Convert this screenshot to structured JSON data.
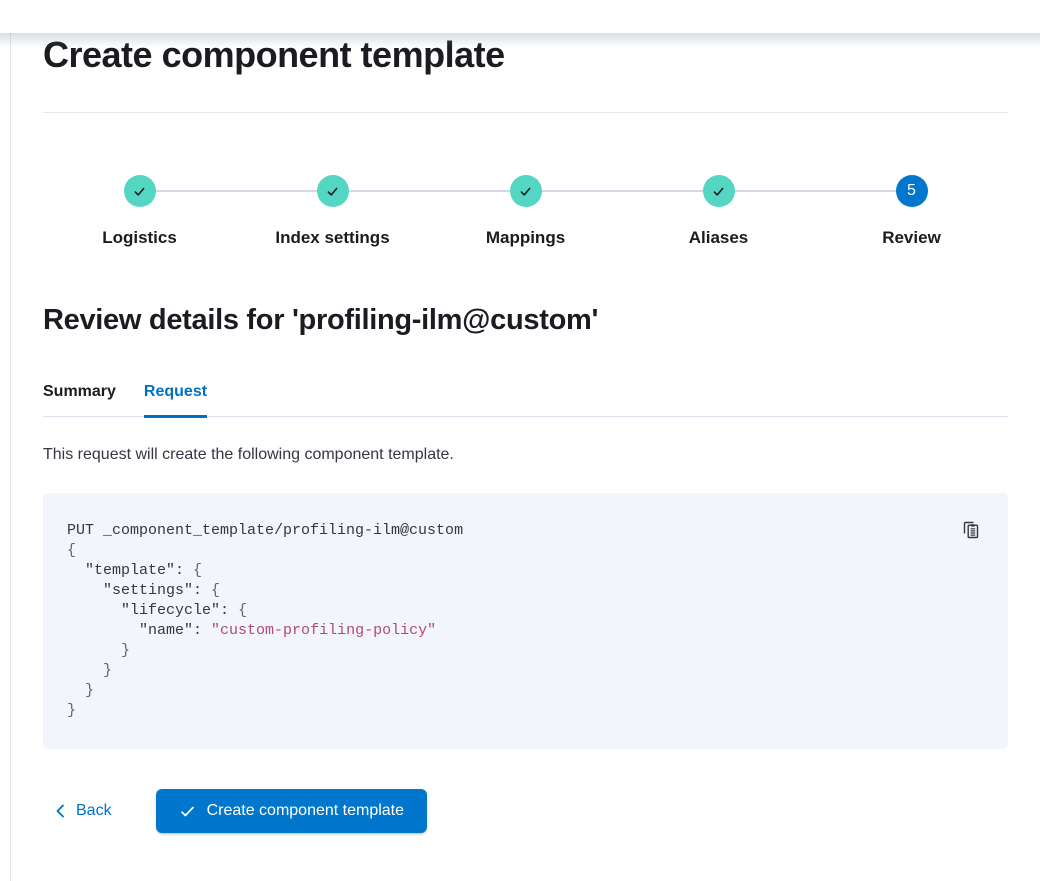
{
  "page": {
    "title": "Create component template"
  },
  "stepper": {
    "steps": [
      {
        "label": "Logistics",
        "status": "complete"
      },
      {
        "label": "Index settings",
        "status": "complete"
      },
      {
        "label": "Mappings",
        "status": "complete"
      },
      {
        "label": "Aliases",
        "status": "complete"
      },
      {
        "label": "Review",
        "status": "current",
        "number": "5"
      }
    ]
  },
  "review": {
    "heading": "Review details for 'profiling-ilm@custom'",
    "tabs": [
      {
        "label": "Summary",
        "active": false
      },
      {
        "label": "Request",
        "active": true
      }
    ],
    "description": "This request will create the following component template."
  },
  "code_block": {
    "copy_icon": "copy-clipboard-icon",
    "lines": [
      [
        {
          "t": "PUT _component_template/profiling-ilm@custom",
          "c": "plain"
        }
      ],
      [
        {
          "t": "{",
          "c": "punc"
        }
      ],
      [
        {
          "t": "  ",
          "c": "plain"
        },
        {
          "t": "\"template\"",
          "c": "key"
        },
        {
          "t": ": ",
          "c": "plain"
        },
        {
          "t": "{",
          "c": "punc"
        }
      ],
      [
        {
          "t": "    ",
          "c": "plain"
        },
        {
          "t": "\"settings\"",
          "c": "key"
        },
        {
          "t": ": ",
          "c": "plain"
        },
        {
          "t": "{",
          "c": "punc"
        }
      ],
      [
        {
          "t": "      ",
          "c": "plain"
        },
        {
          "t": "\"lifecycle\"",
          "c": "key"
        },
        {
          "t": ": ",
          "c": "plain"
        },
        {
          "t": "{",
          "c": "punc"
        }
      ],
      [
        {
          "t": "        ",
          "c": "plain"
        },
        {
          "t": "\"name\"",
          "c": "key"
        },
        {
          "t": ": ",
          "c": "plain"
        },
        {
          "t": "\"custom-profiling-policy\"",
          "c": "str"
        }
      ],
      [
        {
          "t": "      ",
          "c": "plain"
        },
        {
          "t": "}",
          "c": "punc"
        }
      ],
      [
        {
          "t": "    ",
          "c": "plain"
        },
        {
          "t": "}",
          "c": "punc"
        }
      ],
      [
        {
          "t": "  ",
          "c": "plain"
        },
        {
          "t": "}",
          "c": "punc"
        }
      ],
      [
        {
          "t": "}",
          "c": "punc"
        }
      ]
    ]
  },
  "footer": {
    "back_label": "Back",
    "create_label": "Create component template"
  },
  "colors": {
    "primary": "#0077CC",
    "link": "#0071C2",
    "step_complete": "#54D6C3",
    "text": "#343741",
    "heading": "#1A1C21",
    "divider": "#D3DAE6",
    "code_bg": "#F2F5FB",
    "code_str": "#AD4A7F",
    "code_punc": "#5F6673"
  }
}
